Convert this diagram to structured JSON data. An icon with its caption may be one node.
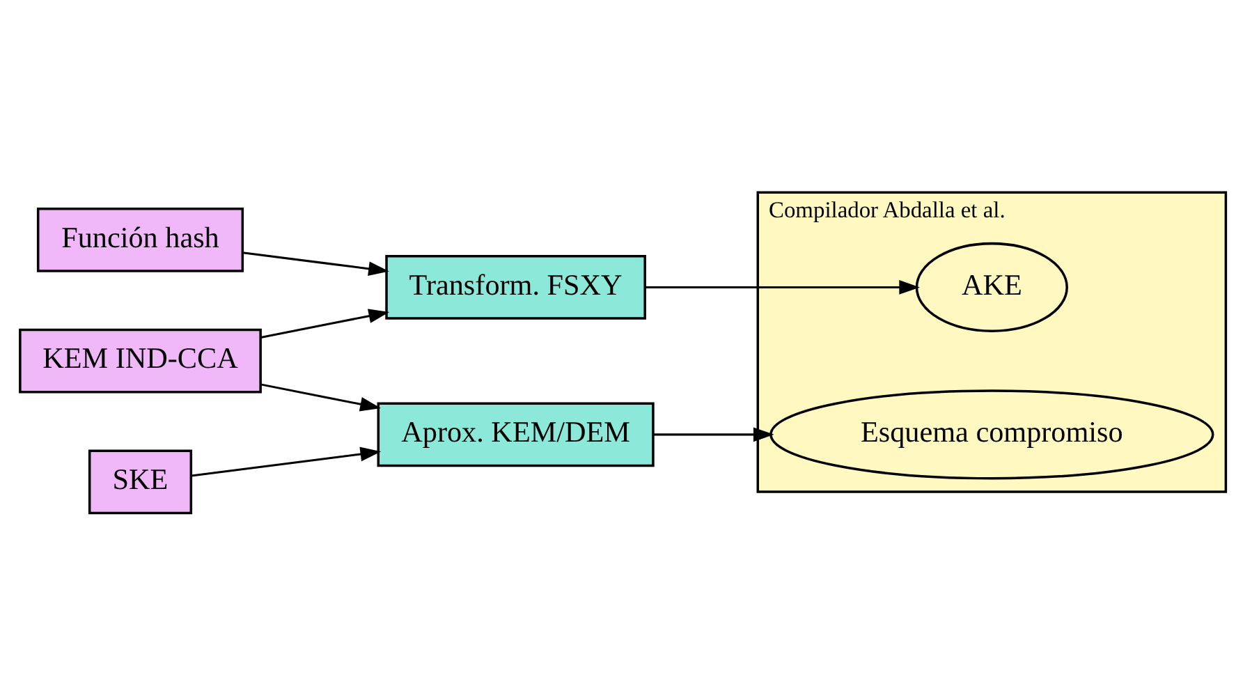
{
  "diagram": {
    "nodes": [
      {
        "text": [
          "Función hash"
        ]
      },
      {
        "text": [
          "KEM IND-CCA"
        ]
      },
      {
        "text": [
          "Transform. FSXY"
        ]
      },
      {
        "text": [
          "Compilador Abdalla et al."
        ]
      },
      {
        "text": [
          "AKE"
        ],
        "in": 3
      },
      {
        "text": [
          "Aprox. KEM/DEM"
        ]
      },
      {
        "text": [
          "Esquema compromiso"
        ],
        "in": 3
      },
      {
        "text": [
          "SKE"
        ]
      }
    ],
    "edges": [
      {
        "from": 0,
        "to": 2,
        "arrow": "to"
      },
      {
        "from": 1,
        "to": 2,
        "arrow": "to"
      },
      {
        "from": 2,
        "to": 4,
        "arrow": "to"
      },
      {
        "from": 1,
        "to": 5,
        "arrow": "to"
      },
      {
        "from": 7,
        "to": 5,
        "arrow": "to"
      },
      {
        "from": 5,
        "to": 6,
        "arrow": "to"
      }
    ]
  }
}
